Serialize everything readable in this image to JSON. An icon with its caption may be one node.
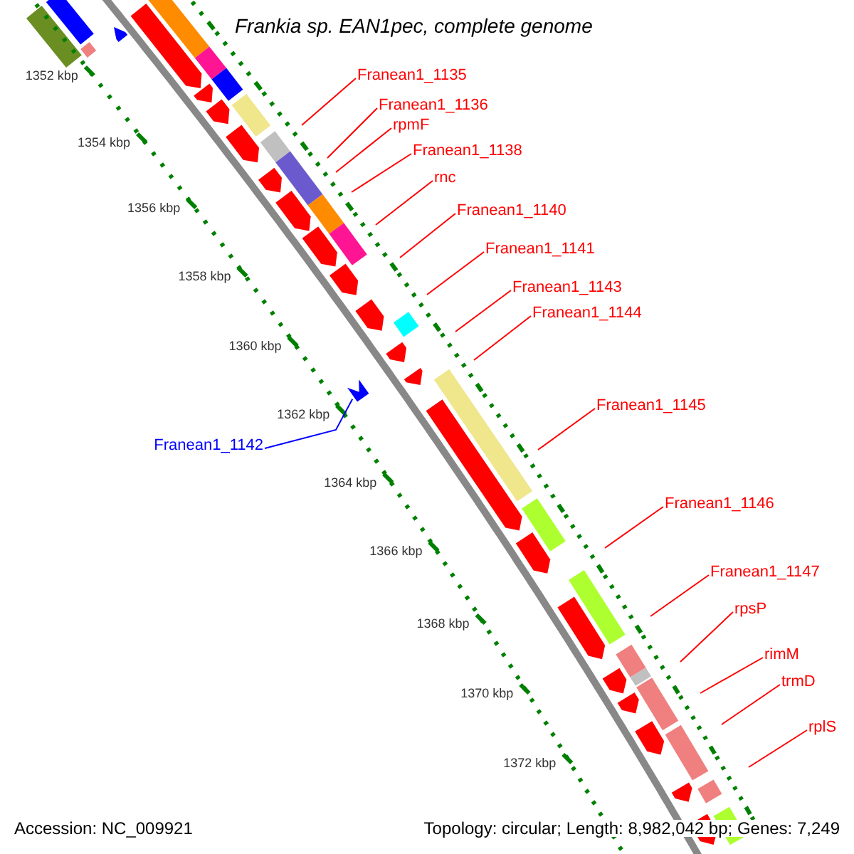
{
  "diagram": {
    "title": "Frankia sp. EAN1pec, complete genome",
    "nodes": [
      {
        "text": [
          "Franean1_1135"
        ]
      },
      {
        "text": [
          "Franean1_1136"
        ]
      },
      {
        "text": [
          "rpmF"
        ]
      },
      {
        "text": [
          "Franean1_1138"
        ]
      },
      {
        "text": [
          "rnc"
        ]
      },
      {
        "text": [
          "Franean1_1140"
        ]
      },
      {
        "text": [
          "Franean1_1141"
        ]
      },
      {
        "text": [
          "Franean1_1143"
        ]
      },
      {
        "text": [
          "Franean1_1144"
        ]
      },
      {
        "text": [
          "Franean1_1145"
        ]
      },
      {
        "text": [
          "Franean1_1142"
        ]
      },
      {
        "text": [
          "Franean1_1146"
        ]
      },
      {
        "text": [
          "Franean1_1147"
        ]
      },
      {
        "text": [
          "rpsP"
        ]
      },
      {
        "text": [
          "rimM"
        ]
      },
      {
        "text": [
          "trmD"
        ]
      },
      {
        "text": [
          "rplS"
        ]
      },
      {
        "text": [],
        "shape": "arrow"
      }
    ],
    "edges": [
      {
        "from": 0,
        "to": null,
        "arrow": "none"
      },
      {
        "from": 1,
        "to": null,
        "arrow": "none"
      },
      {
        "from": 2,
        "to": null,
        "arrow": "none"
      },
      {
        "from": 3,
        "to": null,
        "arrow": "none"
      },
      {
        "from": 4,
        "to": null,
        "arrow": "none"
      },
      {
        "from": 5,
        "to": null,
        "arrow": "none"
      },
      {
        "from": 6,
        "to": null,
        "arrow": "none"
      },
      {
        "from": 7,
        "to": null,
        "arrow": "none"
      },
      {
        "from": 8,
        "to": null,
        "arrow": "none"
      },
      {
        "from": 9,
        "to": null,
        "arrow": "none"
      },
      {
        "from": 10,
        "to": 17,
        "arrow": "none",
        "color": "#0000ff"
      },
      {
        "from": 11,
        "to": null,
        "arrow": "none"
      },
      {
        "from": 12,
        "to": null,
        "arrow": "none"
      },
      {
        "from": 13,
        "to": null,
        "arrow": "none"
      },
      {
        "from": 14,
        "to": null,
        "arrow": "none"
      },
      {
        "from": 15,
        "to": null,
        "arrow": "none"
      },
      {
        "from": 16,
        "to": null,
        "arrow": "none"
      }
    ],
    "labels": [
      "1352 kbp",
      "1354 kbp",
      "1356 kbp",
      "1358 kbp",
      "1360 kbp",
      "1362 kbp",
      "1364 kbp",
      "1366 kbp",
      "1368 kbp",
      "1370 kbp",
      "1372 kbp",
      "Accession: NC_009921",
      "Topology: circular; Length: 8,982,042 bp; Genes: 7,249"
    ]
  }
}
